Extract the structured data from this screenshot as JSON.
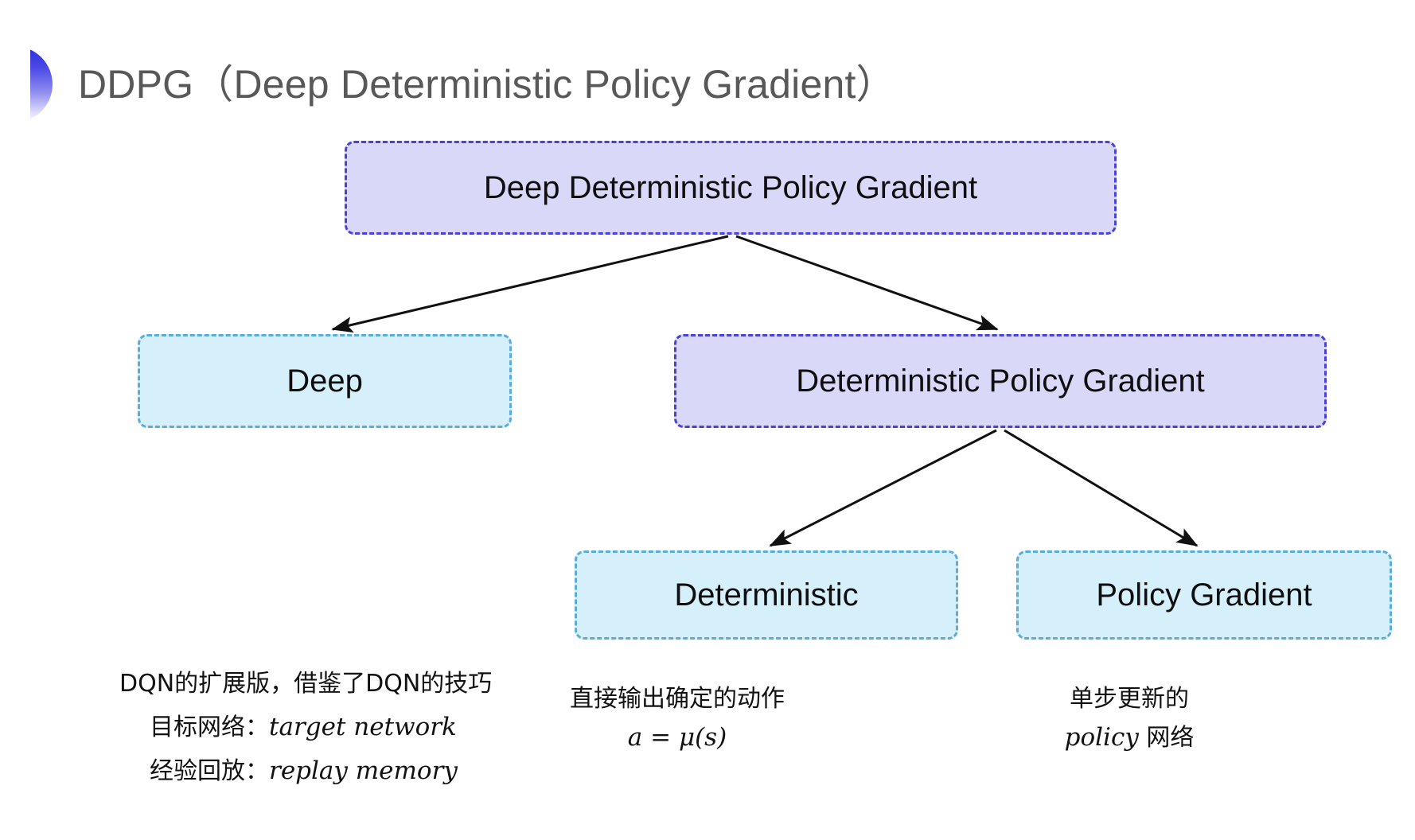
{
  "slide": {
    "title": "DDPG（Deep Deterministic Policy Gradient）",
    "background_color": "#ffffff",
    "title_color": "#585858",
    "bullet_gradient_from": "#2b2be0",
    "bullet_gradient_to": "#ffffff"
  },
  "diagram": {
    "type": "tree",
    "colors": {
      "purple_fill": "#d9d8f9",
      "purple_border": "#4a41d6",
      "cyan_fill": "#d5effb",
      "cyan_border": "#5cacd9",
      "arrow": "#111111",
      "text": "#0f0f0f"
    },
    "nodes": [
      {
        "id": "root",
        "label": "Deep Deterministic Policy Gradient",
        "style": "purple"
      },
      {
        "id": "deep",
        "label": "Deep",
        "style": "cyan"
      },
      {
        "id": "dpg",
        "label": "Deterministic Policy Gradient",
        "style": "purple"
      },
      {
        "id": "deterministic",
        "label": "Deterministic",
        "style": "cyan"
      },
      {
        "id": "policy_gradient",
        "label": "Policy Gradient",
        "style": "cyan"
      }
    ],
    "edges": [
      {
        "from": "root",
        "to": "deep"
      },
      {
        "from": "root",
        "to": "dpg"
      },
      {
        "from": "dpg",
        "to": "deterministic"
      },
      {
        "from": "dpg",
        "to": "policy_gradient"
      }
    ]
  },
  "annotations": {
    "deep": {
      "line1": "DQN的扩展版，借鉴了DQN的技巧",
      "line2_label": "目标网络：",
      "line2_italic": "target network",
      "line3_label": "经验回放：",
      "line3_italic": "replay memory"
    },
    "deterministic": {
      "line1": "直接输出确定的动作",
      "formula": "a = μ(s)"
    },
    "policy_gradient": {
      "line1": "单步更新的",
      "line2_italic": "policy",
      "line2_suffix": " 网络"
    }
  }
}
